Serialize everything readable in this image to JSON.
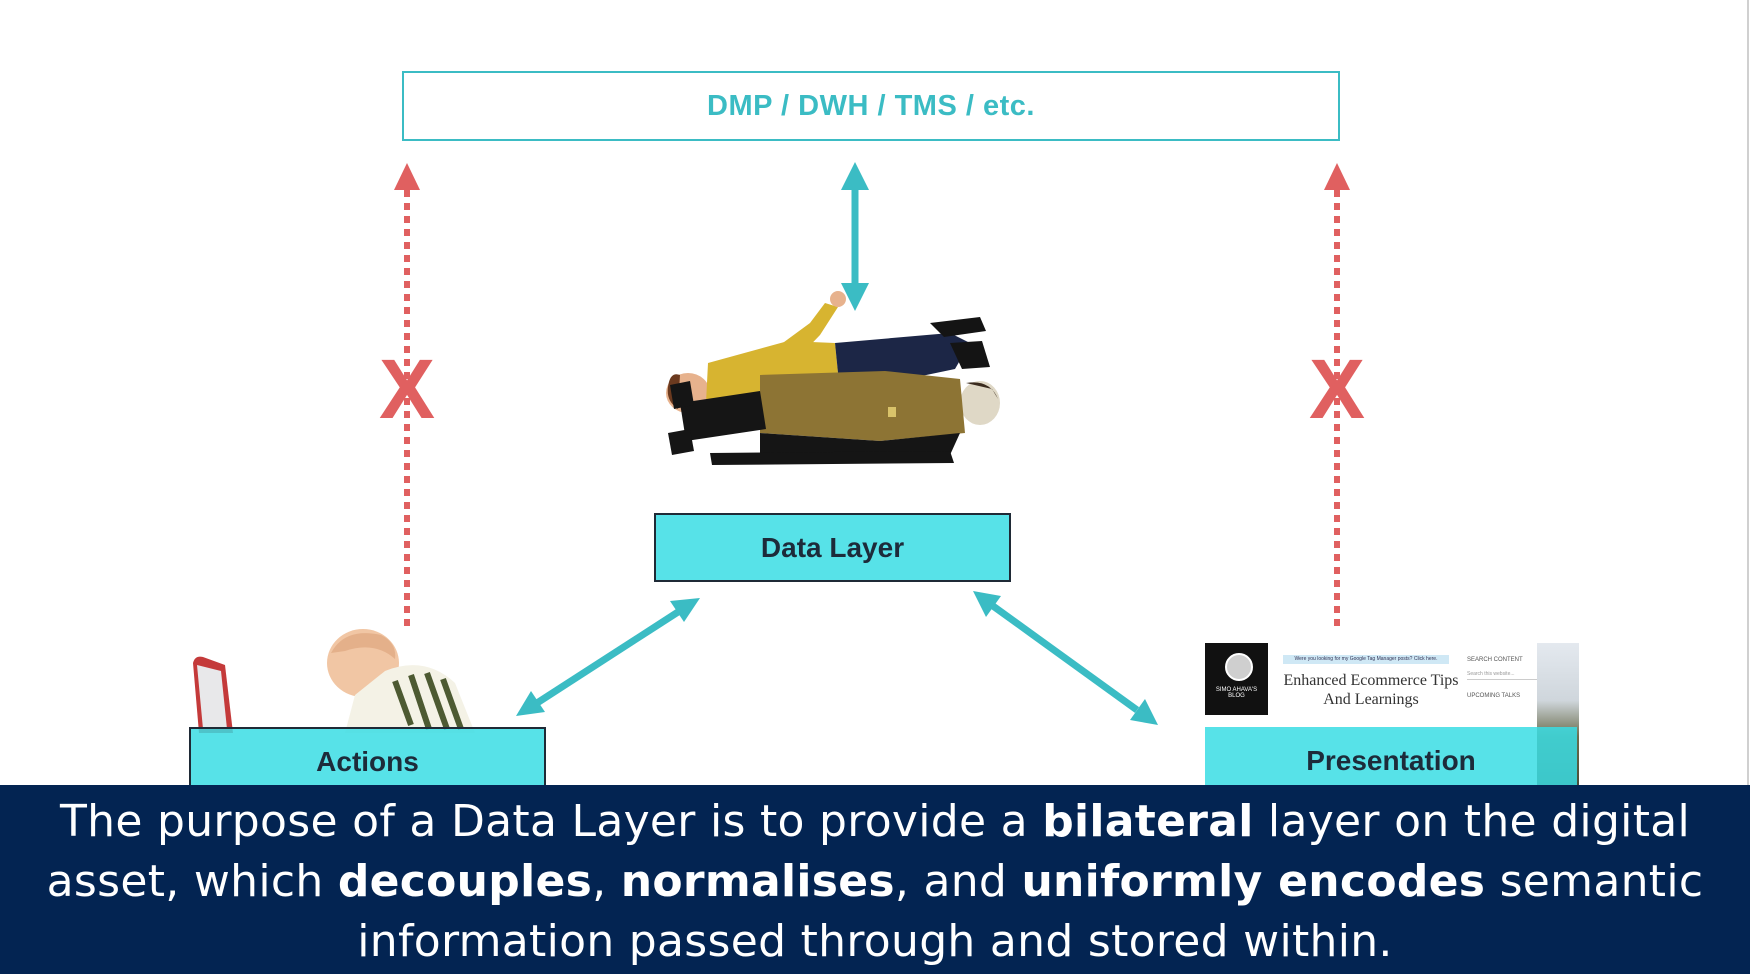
{
  "diagram": {
    "top_box_label": "DMP / DWH / TMS / etc.",
    "data_layer_label": "Data Layer",
    "actions_label": "Actions",
    "presentation_label": "Presentation",
    "blocked_marker": "X",
    "colors": {
      "accent": "#3bbcc4",
      "box_fill": "#39dde4",
      "blocked": "#e06060",
      "caption_bg": "#032452",
      "label_text": "#1d2b3a"
    }
  },
  "blog_screenshot": {
    "blog_name": "SIMO AHAVA'S BLOG",
    "notice": "Were you looking for my Google Tag Manager posts? Click here.",
    "post_title": "Enhanced Ecommerce Tips And Learnings",
    "sidebar_search_title": "SEARCH CONTENT",
    "sidebar_search_placeholder": "Search this website...",
    "sidebar_talks_title": "UPCOMING TALKS"
  },
  "caption": {
    "part1": "The purpose of a Data Layer is to provide a ",
    "bold1": "bilateral",
    "part2": " layer on the digital asset, which ",
    "bold2": "decouples",
    "part3": ", ",
    "bold3": "normalises",
    "part4": ", and ",
    "bold4": "uniformly encodes",
    "part5": " semantic information passed through and stored within."
  }
}
